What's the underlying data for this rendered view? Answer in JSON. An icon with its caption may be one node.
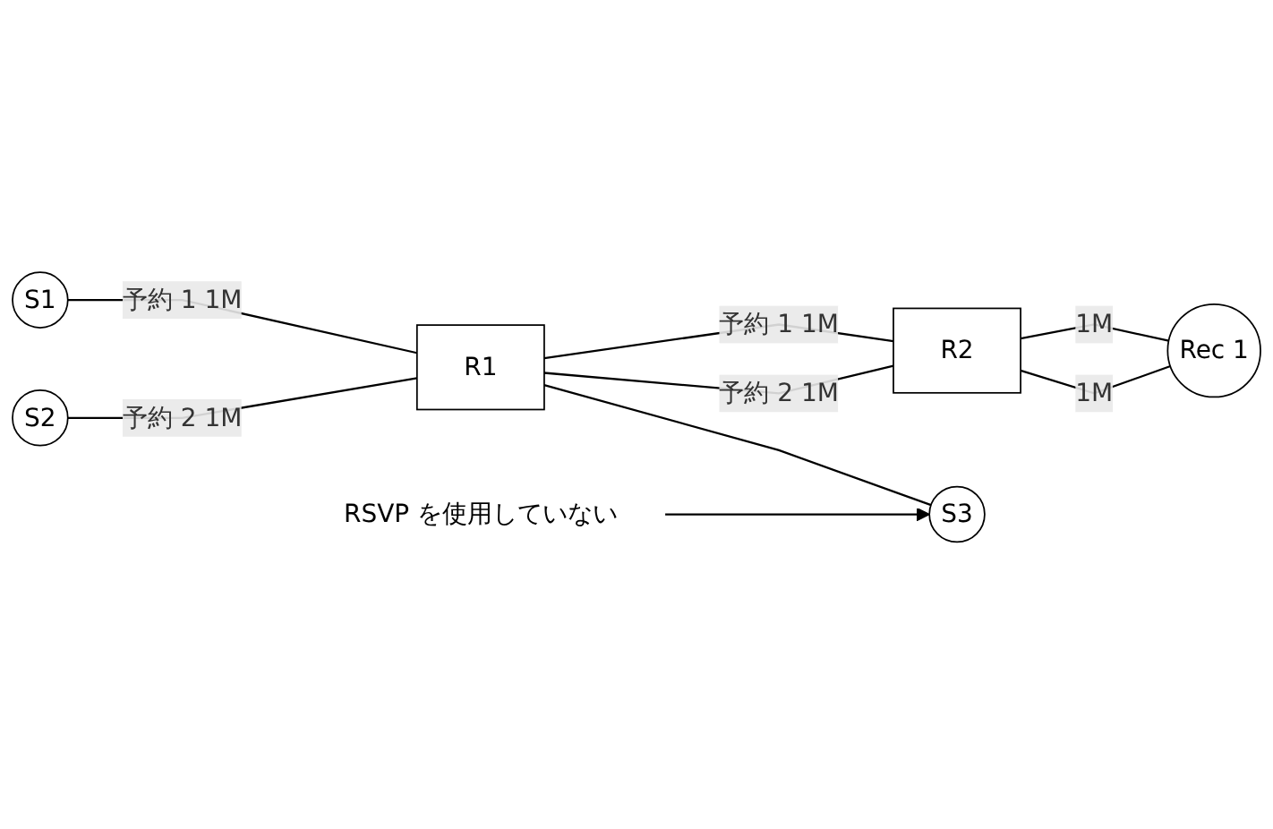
{
  "diagram": {
    "nodes": [
      {
        "text": [
          "S1"
        ]
      },
      {
        "text": [
          "S2"
        ]
      },
      {
        "text": [
          "R1"
        ]
      },
      {
        "text": [
          "R2"
        ]
      },
      {
        "text": [
          "Rec 1"
        ]
      },
      {
        "text": [
          "S3"
        ]
      },
      {
        "text": [
          "RSVP を使用していない"
        ]
      }
    ],
    "edges": [
      {
        "from": 0,
        "to": 2,
        "arrow": "none",
        "label": "予約 1 1M"
      },
      {
        "from": 1,
        "to": 2,
        "arrow": "none",
        "label": "予約 2 1M"
      },
      {
        "from": 2,
        "to": 3,
        "arrow": "none",
        "label": "予約 1 1M"
      },
      {
        "from": 2,
        "to": 3,
        "arrow": "none",
        "label": "予約 2 1M"
      },
      {
        "from": 3,
        "to": 4,
        "arrow": "none",
        "label": "1M"
      },
      {
        "from": 3,
        "to": 4,
        "arrow": "none",
        "label": "1M"
      },
      {
        "from": 2,
        "to": 5,
        "arrow": "none"
      },
      {
        "from": 6,
        "to": 5,
        "arrow": "to"
      }
    ]
  }
}
